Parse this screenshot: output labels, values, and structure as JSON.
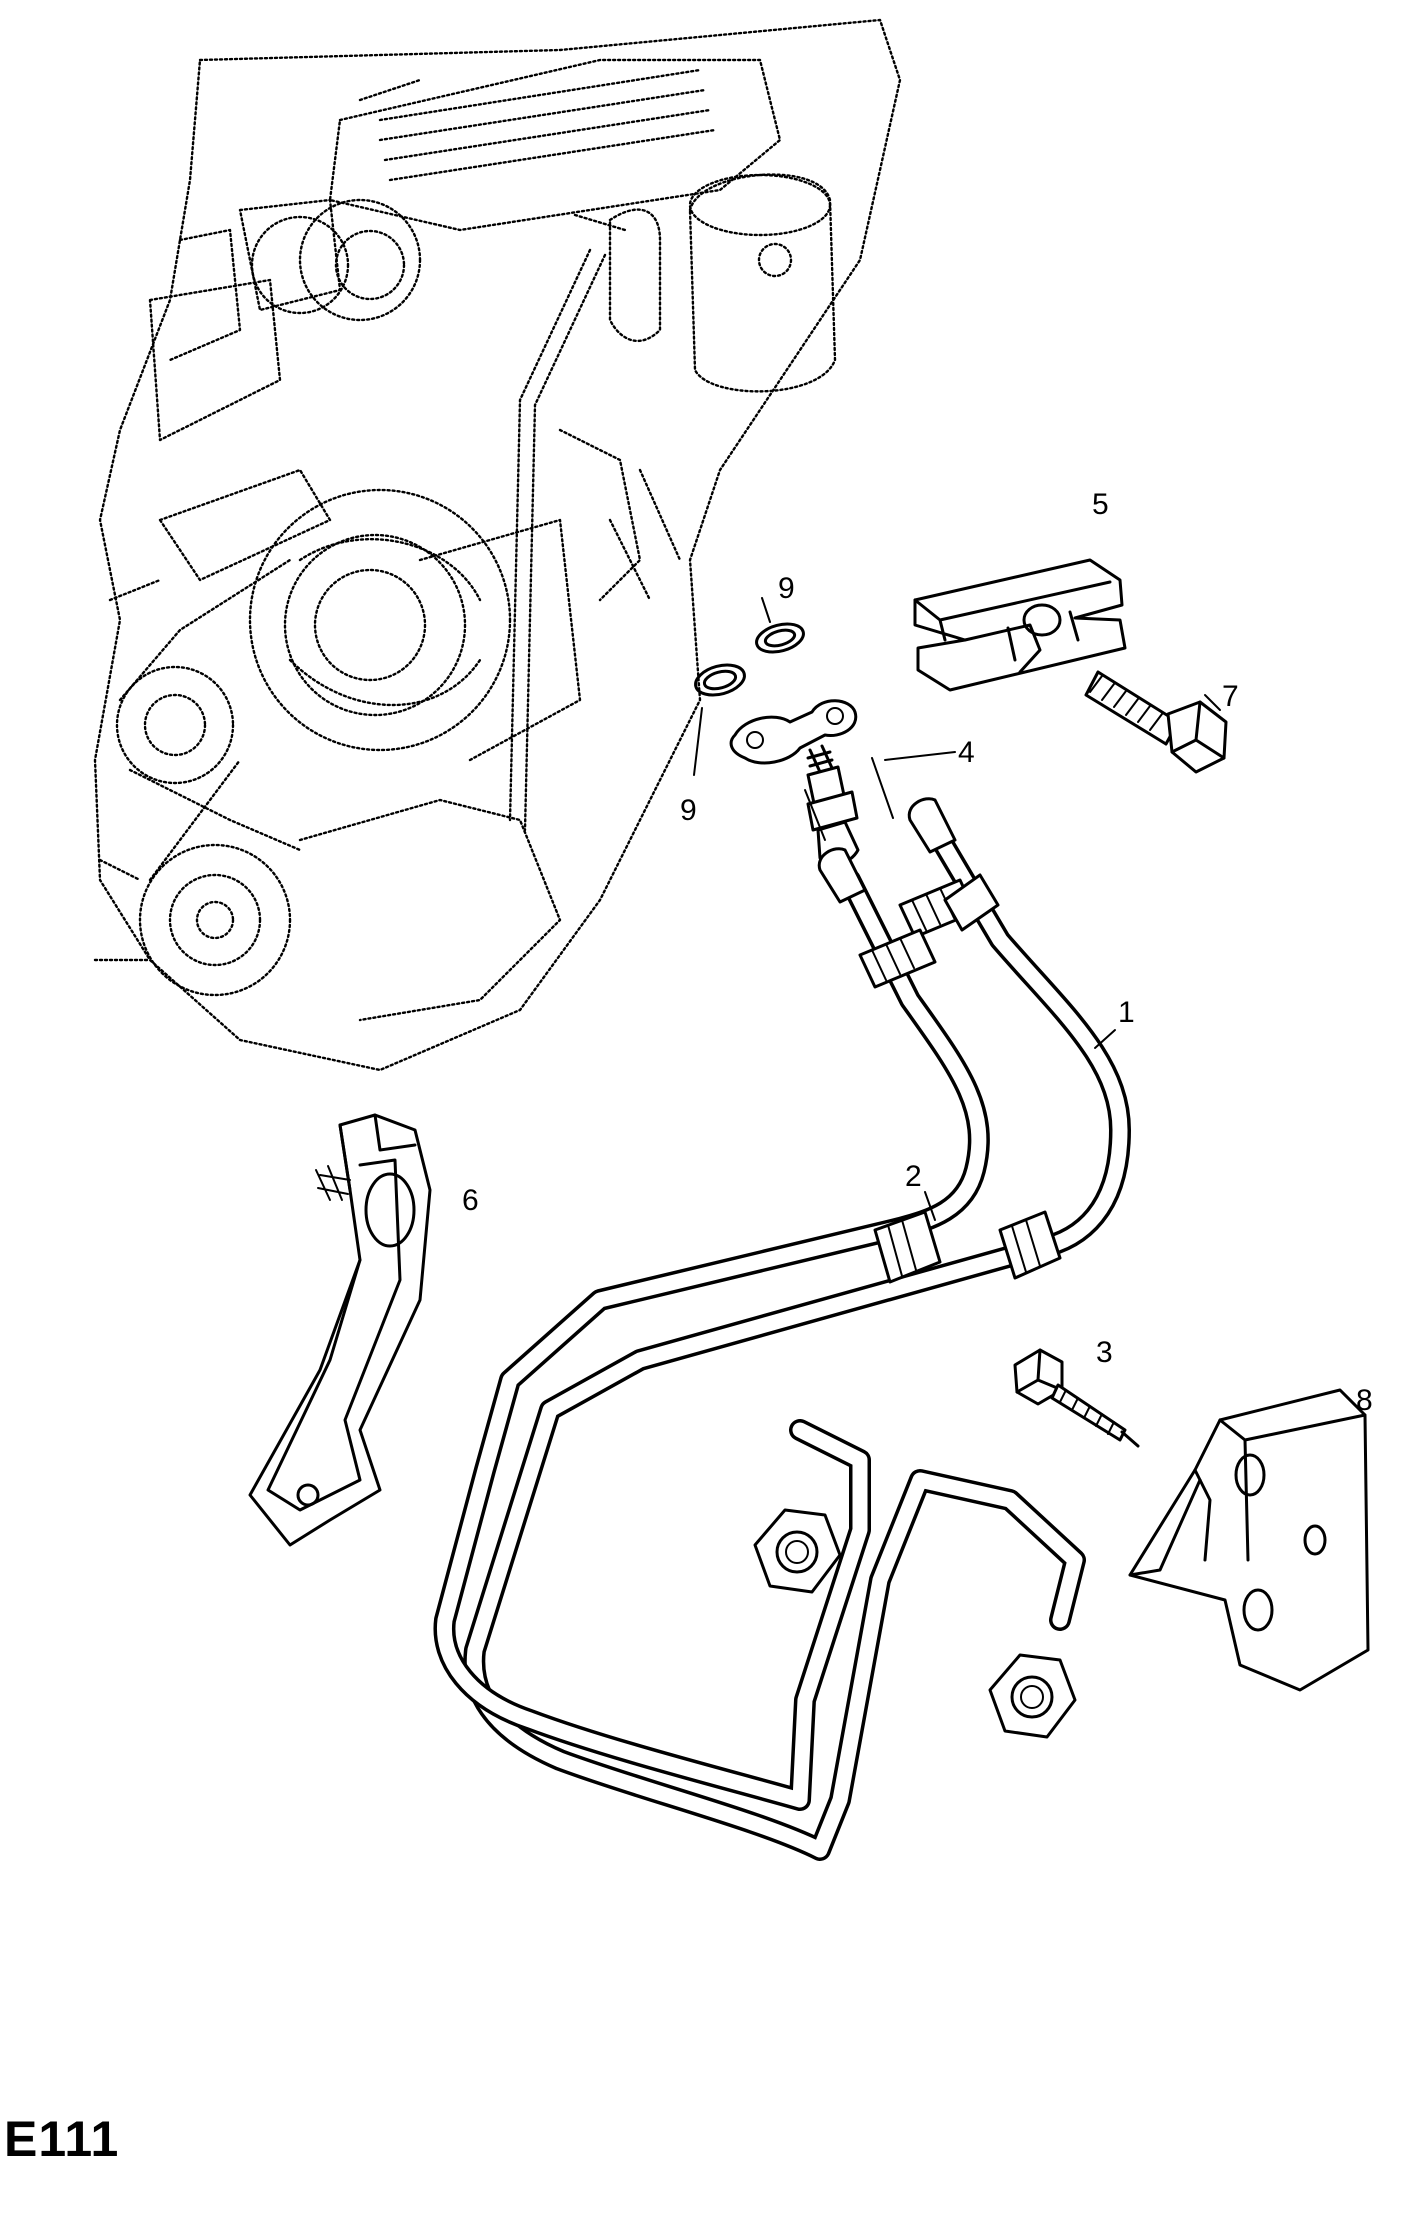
{
  "callouts": {
    "c1": "1",
    "c2": "2",
    "c3": "3",
    "c4": "4",
    "c5": "5",
    "c6": "6",
    "c7": "7",
    "c8": "8",
    "c9a": "9",
    "c9b": "9"
  },
  "diagram_code": "E111"
}
